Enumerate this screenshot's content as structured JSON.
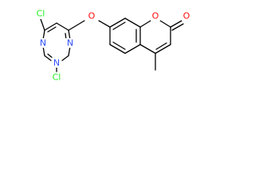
{
  "colors": {
    "background": "#ffffff",
    "bond": "#000000",
    "carbon_label": "#000000",
    "nitrogen": "#3050f8",
    "oxygen": "#ff0d0d",
    "chlorine": "#1ff01f"
  },
  "atom_labels": {
    "cl_top": "Cl",
    "cl_bottom": "Cl",
    "n_left": "N",
    "n_right": "N",
    "n_bottom": "N",
    "o_ether": "O",
    "o_ring": "O",
    "o_carbonyl": "O"
  }
}
